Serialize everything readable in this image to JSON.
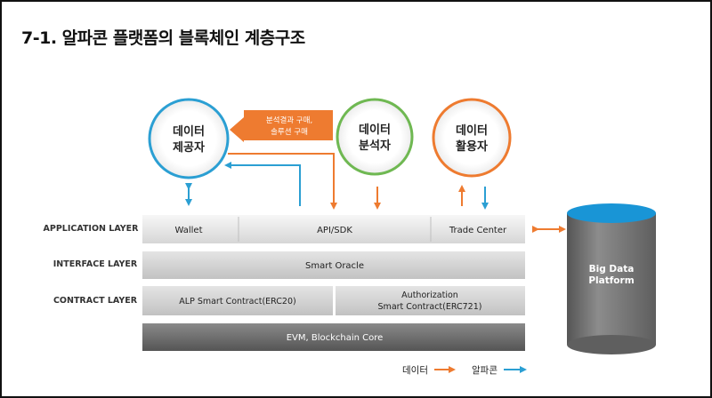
{
  "title": "7-1. 알파콘 플랫폼의 블록체인 계층구조",
  "actors": {
    "provider": [
      "데이터",
      "제공자"
    ],
    "analyst": [
      "데이터",
      "분석자"
    ],
    "user": [
      "데이터",
      "활용자"
    ]
  },
  "callout": [
    "분석결과 구매,",
    "솔루션 구매"
  ],
  "layers": {
    "application": "APPLICATION LAYER",
    "interface": "INTERFACE LAYER",
    "contract": "CONTRACT LAYER"
  },
  "blocks": {
    "wallet": "Wallet",
    "api_sdk": "API/SDK",
    "trade_center": "Trade Center",
    "smart_oracle": "Smart Oracle",
    "alp_contract": "ALP Smart Contract(ERC20)",
    "auth_contract": [
      "Authorization",
      "Smart Contract(ERC721)"
    ],
    "core": "EVM, Blockchain Core"
  },
  "platform": [
    "Big Data",
    "Platform"
  ],
  "legend": {
    "data": "데이터",
    "alphacon": "알파콘"
  },
  "colors": {
    "orange": "#ee7b30",
    "blue": "#2b9fd3",
    "green": "#6fb852",
    "cylinder_top": "#1995d6",
    "cylinder_body": "#7a7a7a"
  }
}
